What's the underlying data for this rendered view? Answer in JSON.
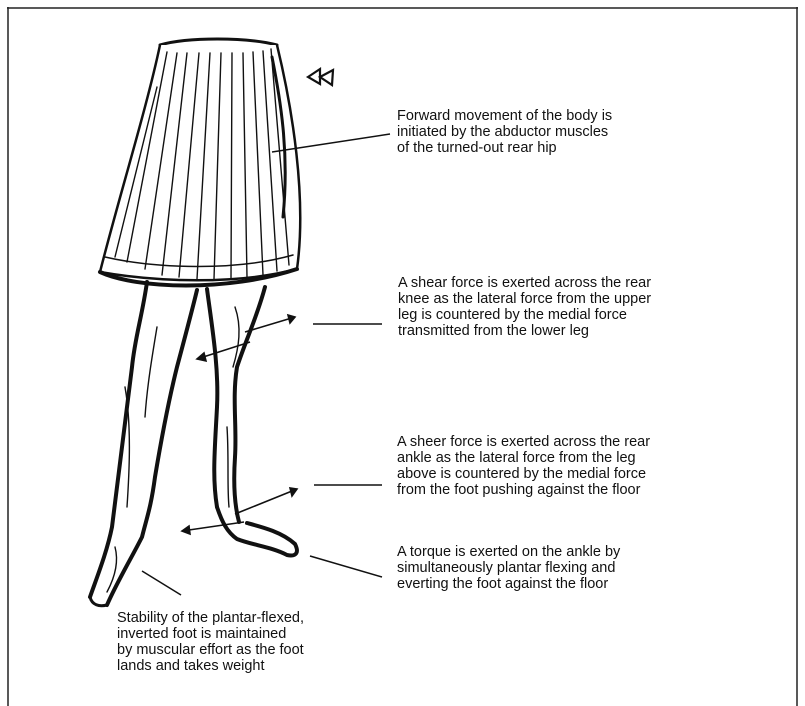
{
  "figure": {
    "annotations": [
      {
        "id": "hip-abductors",
        "lines": [
          "Forward movement of the body is",
          "initiated by the abductor muscles",
          "of the turned-out rear hip"
        ]
      },
      {
        "id": "knee-shear",
        "lines": [
          "A shear force is exerted across the rear",
          "knee as the lateral force from the upper",
          "leg is countered by the medial force",
          "transmitted from the lower leg"
        ]
      },
      {
        "id": "ankle-sheer",
        "lines": [
          "A sheer force is exerted across the rear",
          "ankle as the lateral force from the leg",
          "above is countered by the medial force",
          "from the foot pushing against the floor"
        ]
      },
      {
        "id": "ankle-torque",
        "lines": [
          "A torque is exerted on the ankle by",
          "simultaneously plantar flexing and",
          "everting the foot against the floor"
        ]
      },
      {
        "id": "foot-stability",
        "lines": [
          "Stability of the plantar-flexed,",
          "inverted foot is maintained",
          "by muscular effort as the foot",
          "lands and takes weight"
        ]
      }
    ],
    "colors": {
      "ink": "#111111",
      "frame": "#222222",
      "background": "#ffffff"
    }
  }
}
